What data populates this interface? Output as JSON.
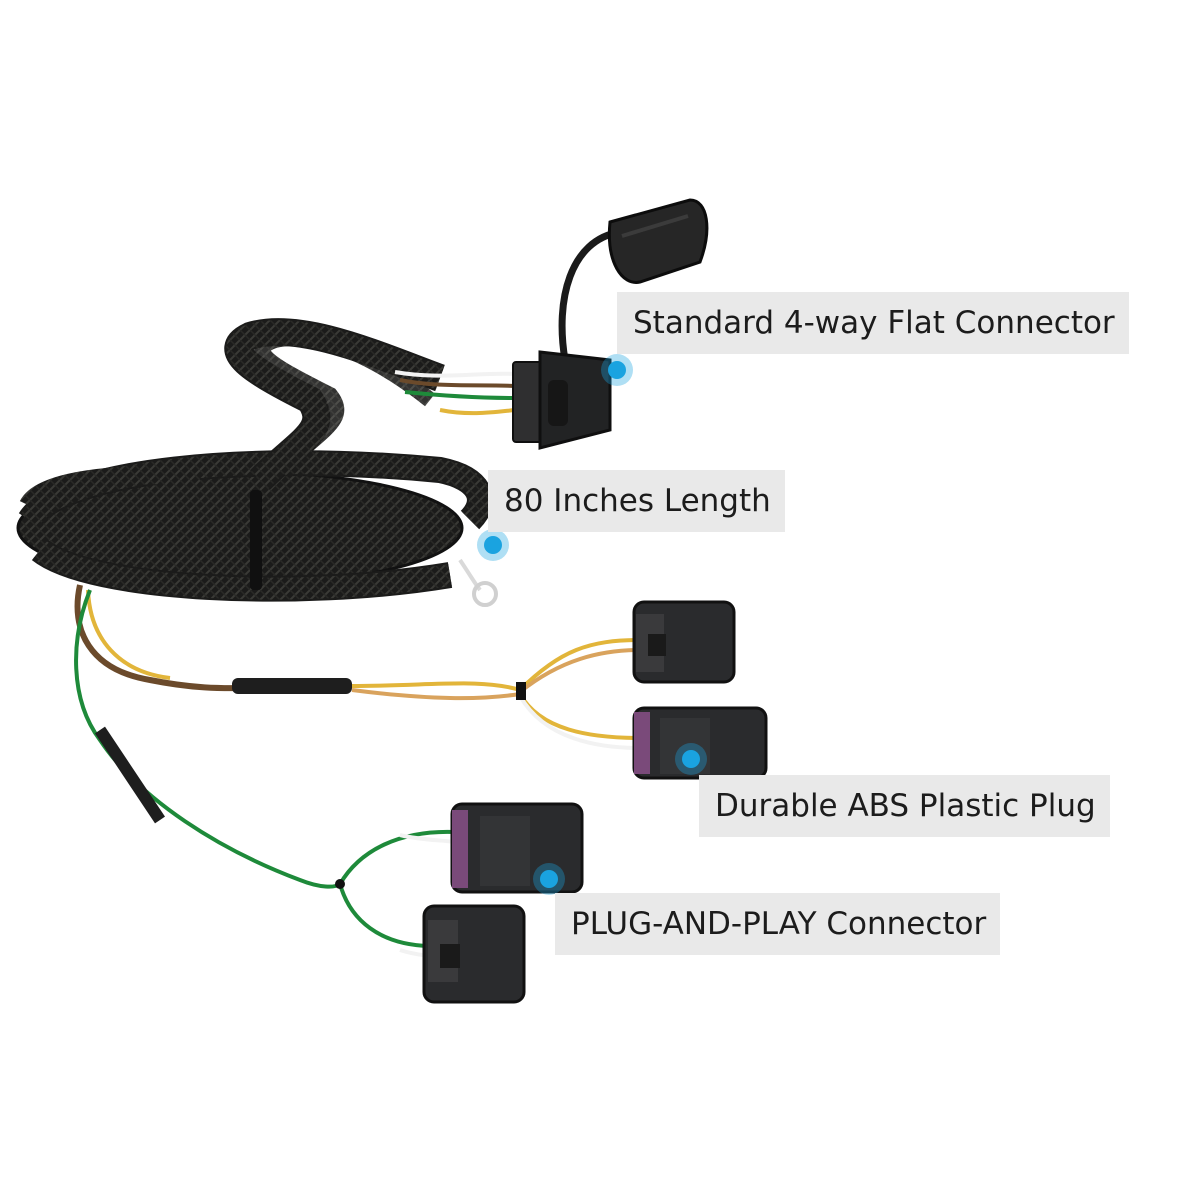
{
  "callouts": {
    "flat_connector": "Standard 4-way Flat Connector",
    "length": "80 Inches Length",
    "abs_plug": "Durable ABS Plastic Plug",
    "plug_and_play": "PLUG-AND-PLAY Connector"
  },
  "colors": {
    "harness_sleeve": "#1d1d1b",
    "connector_body": "#2a2b2d",
    "marker_blue": "#1aa3e0",
    "label_background": "#e9e9e9",
    "wire_green": "#1e8a3a",
    "wire_yellow": "#e2b53a",
    "wire_brown": "#6b4a2b",
    "wire_white": "#f2f2f2",
    "seal_purple": "#7a4a7a"
  }
}
